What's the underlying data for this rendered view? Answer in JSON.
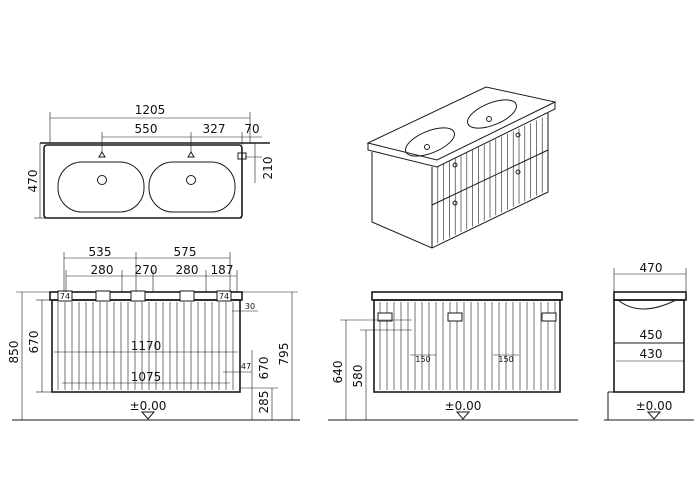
{
  "colors": {
    "line": "#1a1a1a",
    "background": "#ffffff"
  },
  "top_view": {
    "width": "1205",
    "tap_spacing": "550",
    "tap_to_edge": "327",
    "edge_offset": "70",
    "depth": "470",
    "tap_depth": "210"
  },
  "front_view": {
    "drawer_width_left": "535",
    "drawer_width_right": "575",
    "d280a": "280",
    "d270": "270",
    "d280b": "280",
    "d187": "187",
    "d30": "30",
    "height_850": "850",
    "height_670": "670",
    "inner_width": "1170",
    "base_width": "1075",
    "d47": "47",
    "right_670": "670",
    "right_795": "795",
    "right_285": "285",
    "level": "±0.00",
    "marker_74a": "74",
    "marker_74b": "74"
  },
  "back_view": {
    "height_640": "640",
    "height_580": "580",
    "d150a": "150",
    "d150b": "150",
    "level": "±0.00"
  },
  "side_view": {
    "depth_470": "470",
    "depth_450": "450",
    "depth_430": "430",
    "level": "±0.00"
  }
}
